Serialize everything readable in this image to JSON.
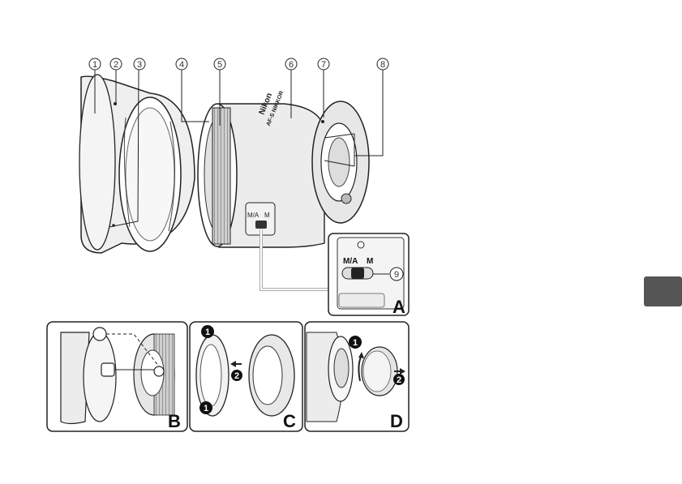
{
  "callouts": [
    "1",
    "2",
    "3",
    "4",
    "5",
    "6",
    "7",
    "8",
    "9"
  ],
  "panels": {
    "a": "A",
    "b": "B",
    "c": "C",
    "d": "D"
  },
  "switch": {
    "left_label": "M/A",
    "right_label": "M"
  },
  "lens_brand": {
    "line1": "Nikon",
    "line2": "AF-S NIKKOR"
  },
  "steps": {
    "one": "1",
    "two": "2"
  },
  "side_tab_color": "#555555"
}
